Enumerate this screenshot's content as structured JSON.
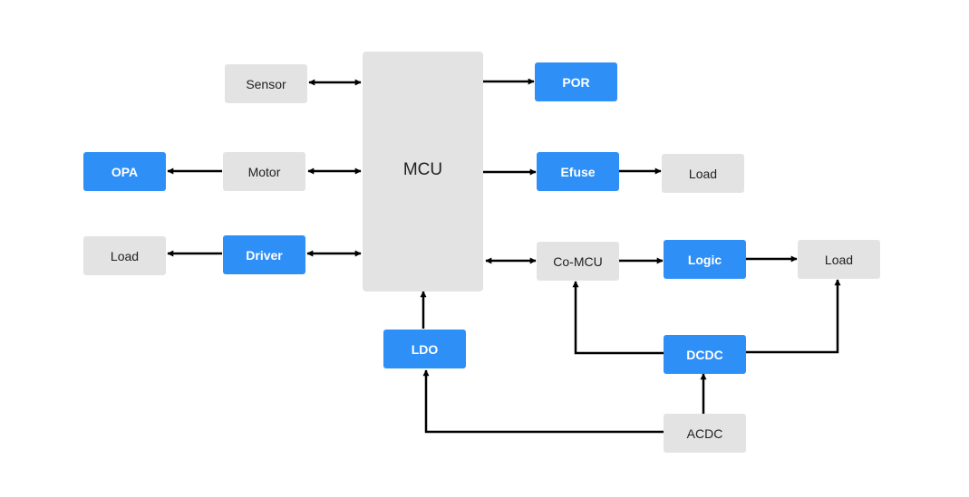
{
  "colors": {
    "blue_block": "#2e8ff7",
    "gray_block": "#e3e3e3",
    "line": "#000000"
  },
  "blocks": {
    "sensor": "Sensor",
    "motor": "Motor",
    "opa": "OPA",
    "driver": "Driver",
    "load_left": "Load",
    "mcu": "MCU",
    "por": "POR",
    "efuse": "Efuse",
    "load_efuse": "Load",
    "co_mcu": "Co-MCU",
    "logic": "Logic",
    "load_logic": "Load",
    "ldo": "LDO",
    "dcdc": "DCDC",
    "acdc": "ACDC"
  },
  "connections": [
    {
      "from": "Sensor",
      "to": "MCU",
      "direction": "both"
    },
    {
      "from": "Motor",
      "to": "MCU",
      "direction": "both"
    },
    {
      "from": "Motor",
      "to": "OPA",
      "direction": "forward"
    },
    {
      "from": "Driver",
      "to": "MCU",
      "direction": "both"
    },
    {
      "from": "Driver",
      "to": "Load",
      "direction": "forward"
    },
    {
      "from": "MCU",
      "to": "POR",
      "direction": "forward"
    },
    {
      "from": "MCU",
      "to": "Efuse",
      "direction": "forward"
    },
    {
      "from": "Efuse",
      "to": "Load",
      "direction": "forward"
    },
    {
      "from": "MCU",
      "to": "Co-MCU",
      "direction": "both"
    },
    {
      "from": "Co-MCU",
      "to": "Logic",
      "direction": "forward"
    },
    {
      "from": "Logic",
      "to": "Load",
      "direction": "forward"
    },
    {
      "from": "LDO",
      "to": "MCU",
      "direction": "forward"
    },
    {
      "from": "ACDC",
      "to": "LDO",
      "direction": "forward"
    },
    {
      "from": "ACDC",
      "to": "DCDC",
      "direction": "forward"
    },
    {
      "from": "DCDC",
      "to": "Co-MCU",
      "direction": "forward"
    },
    {
      "from": "DCDC",
      "to": "Load",
      "direction": "forward"
    }
  ]
}
